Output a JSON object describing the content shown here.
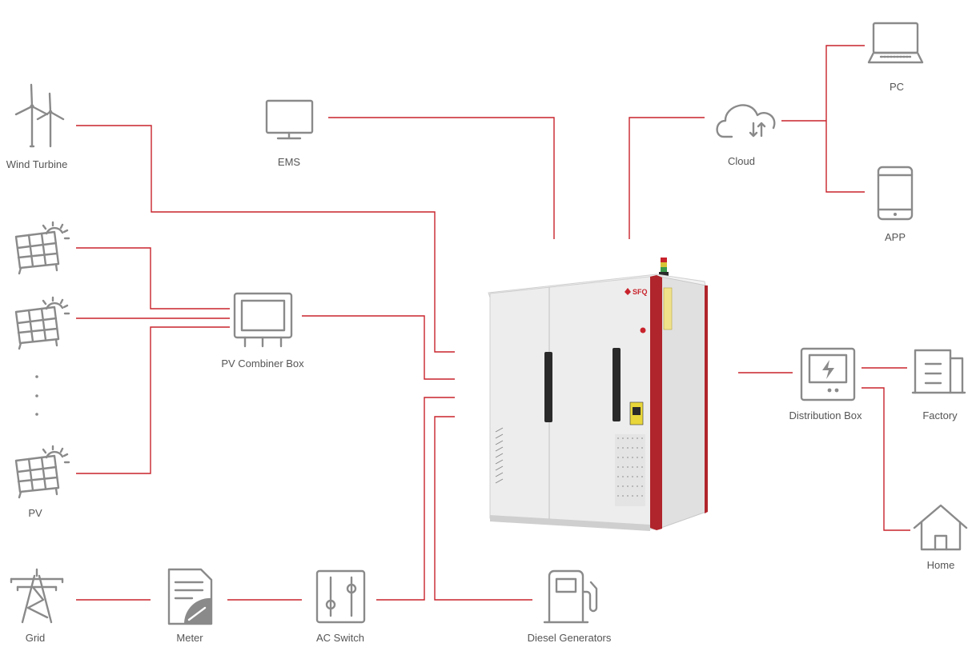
{
  "colors": {
    "line": "#c8232c",
    "icon": "#8a8a8a",
    "label": "#555555",
    "cabinet_trim": "#b0242b"
  },
  "nodes": {
    "wind_turbine": {
      "label": "Wind Turbine",
      "icon": "wind-turbine-icon"
    },
    "ems": {
      "label": "EMS",
      "icon": "monitor-icon"
    },
    "cloud": {
      "label": "Cloud",
      "icon": "cloud-sync-icon"
    },
    "pc": {
      "label": "PC",
      "icon": "laptop-icon"
    },
    "app": {
      "label": "APP",
      "icon": "smartphone-icon"
    },
    "pv": {
      "label": "PV",
      "icon": "solar-panel-icon"
    },
    "pv_combiner_box": {
      "label": "PV Combiner Box",
      "icon": "combiner-box-icon"
    },
    "distribution_box": {
      "label": "Distribution Box",
      "icon": "distribution-box-icon"
    },
    "factory": {
      "label": "Factory",
      "icon": "factory-icon"
    },
    "home": {
      "label": "Home",
      "icon": "home-icon"
    },
    "grid": {
      "label": "Grid",
      "icon": "power-tower-icon"
    },
    "meter": {
      "label": "Meter",
      "icon": "meter-icon"
    },
    "ac_switch": {
      "label": "AC Switch",
      "icon": "switch-icon"
    },
    "diesel_generators": {
      "label": "Diesel Generators",
      "icon": "fuel-pump-icon"
    }
  },
  "cabinet": {
    "brand": "SFQ",
    "icon": "energy-storage-cabinet-icon"
  }
}
